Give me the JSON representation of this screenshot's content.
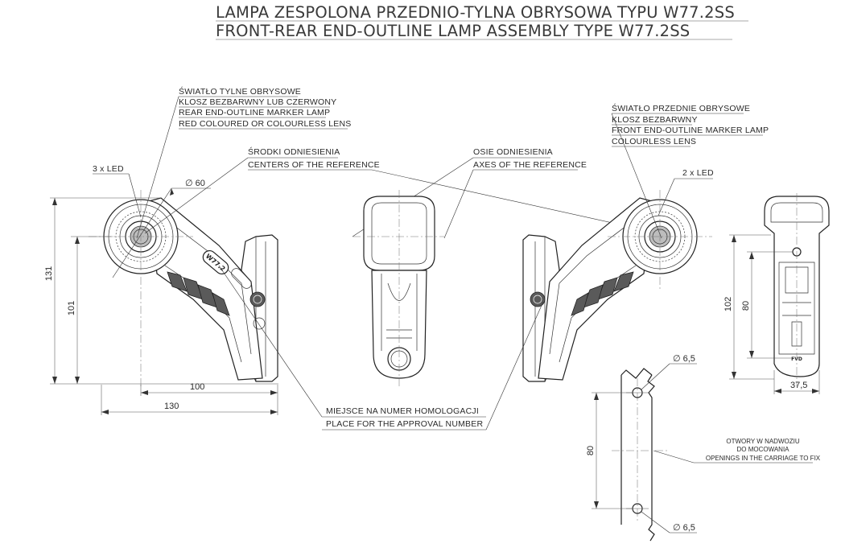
{
  "title": {
    "line1": "LAMPA ZESPOLONA PRZEDNIO-TYLNA OBRYSOWA TYPU W77.2SS",
    "line2": "FRONT-REAR END-OUTLINE LAMP ASSEMBLY TYPE W77.2SS"
  },
  "rear_lamp": {
    "pl1": "ŚWIATŁO TYLNE OBRYSOWE",
    "pl2": "KLOSZ BEZBARWNY LUB CZERWONY",
    "en1": "REAR END-OUTLINE MARKER LAMP",
    "en2": "RED COLOURED OR COLOURLESS LENS",
    "led": "3 x LED"
  },
  "front_lamp": {
    "pl1": "ŚWIATŁO PRZEDNIE OBRYSOWE",
    "pl2": "KLOSZ BEZBARWNY",
    "en1": "FRONT END-OUTLINE MARKER LAMP",
    "en2": "COLOURLESS LENS",
    "led": "2 x LED"
  },
  "reference": {
    "centers_pl": "ŚRODKI ODNIESIENIA",
    "centers_en": "CENTERS OF THE REFERENCE",
    "axes_pl": "OSIE ODNIESIENIA",
    "axes_en": "AXES OF THE REFERENCE"
  },
  "approval": {
    "pl": "MIEJSCE NA NUMER HOMOLOGACJI",
    "en": "PLACE FOR THE APPROVAL NUMBER"
  },
  "mounting": {
    "l1": "OTWORY W NADWOZIU",
    "l2": "DO MOCOWANIA",
    "l3": "OPENINGS IN THE CARRIAGE TO FIX"
  },
  "dimensions": {
    "diameter_lens": "∅ 60",
    "h131": "131",
    "h101": "101",
    "w100": "100",
    "w130": "130",
    "h102": "102",
    "h80_side": "80",
    "w37_5": "37,5",
    "hole_top": "∅ 6,5",
    "hole_bottom": "∅ 6,5",
    "holes_80": "80"
  },
  "markings": {
    "model_stamp": "W77.2",
    "brand_stamp": "FVD"
  }
}
